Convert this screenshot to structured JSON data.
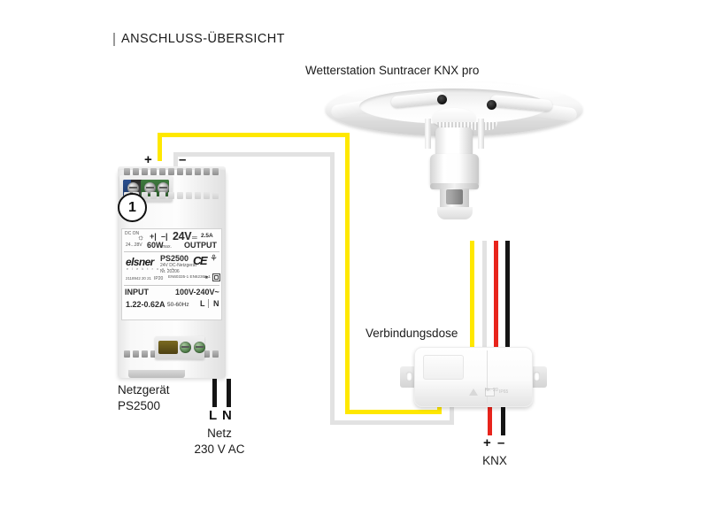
{
  "page": {
    "title": "ANSCHLUSS-ÜBERSICHT",
    "background": "#ffffff"
  },
  "devices": {
    "weather_station": {
      "label": "Wetterstation Suntracer KNX pro",
      "name": "Suntracer KNX pro"
    },
    "power_supply": {
      "label_line1": "Netzgerät",
      "label_line2": "PS2500",
      "callout_number": "1",
      "terminal_plus": "+",
      "terminal_minus": "–",
      "nameplate": {
        "brand": "elsner",
        "brand_sub": "e l e k t r o n i k",
        "model": "PS2500",
        "model_sub": "24V DC-Netzgerät",
        "article": "Nr. 20206",
        "output_voltage": "24V",
        "output_current": "2.5A",
        "output_power": "60W",
        "output_power_suffix": "max.",
        "output_range": "24...28V",
        "output_word": "OUTPUT",
        "dc_on": "DC ON",
        "input_word": "INPUT",
        "input_voltage": "100V-240V~",
        "input_current": "1.22-0.62A",
        "input_frequency": "50-60Hz",
        "terminal_L": "L",
        "terminal_N": "N",
        "protection": "IP20",
        "standards": "EN60335-1  EN62368-1",
        "cert_codes": "2118942  20 21",
        "ce_mark": "CE"
      }
    },
    "junction_box": {
      "label": "Verbindungsdose",
      "marking_ip": "IP65",
      "marking_code": "Nr. 20"
    }
  },
  "connections": {
    "mains": {
      "terminal_L": "L",
      "terminal_N": "N",
      "label_line1": "Netz",
      "label_line2": "230 V AC"
    },
    "knx": {
      "terminal_plus": "+",
      "terminal_minus": "–",
      "label": "KNX"
    }
  },
  "wires": [
    {
      "name": "dc-positive",
      "color": "#ffe800",
      "color_name": "yellow",
      "from": "power_supply_plus",
      "to": "weather_station"
    },
    {
      "name": "dc-negative",
      "color": "#e2e2e2",
      "color_name": "white",
      "from": "power_supply_minus",
      "to": "weather_station"
    },
    {
      "name": "knx-positive",
      "color": "#e8241c",
      "color_name": "red",
      "from": "junction_box",
      "to": "knx_plus"
    },
    {
      "name": "knx-negative",
      "color": "#151515",
      "color_name": "black",
      "from": "junction_box",
      "to": "knx_minus"
    },
    {
      "name": "mains-live",
      "color": "#151515",
      "color_name": "black",
      "from": "power_supply_L",
      "to": "mains"
    },
    {
      "name": "mains-neutral",
      "color": "#151515",
      "color_name": "black",
      "from": "power_supply_N",
      "to": "mains"
    }
  ]
}
